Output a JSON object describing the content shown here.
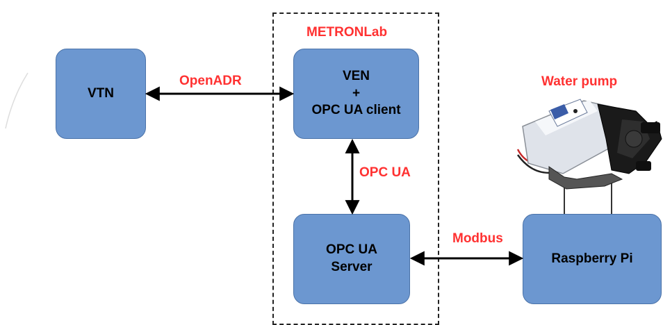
{
  "boundary": {
    "label": "METRONLab"
  },
  "nodes": {
    "vtn": {
      "label": "VTN"
    },
    "ven": {
      "line1": "VEN",
      "line2": "+",
      "line3": "OPC UA client"
    },
    "server": {
      "line1": "OPC UA",
      "line2": "Server"
    },
    "rpi": {
      "label": "Raspberry Pi"
    }
  },
  "connections": {
    "openadr": "OpenADR",
    "opcua": "OPC UA",
    "modbus": "Modbus"
  },
  "device": {
    "label": "Water pump"
  },
  "colors": {
    "node_fill": "#6c97d0",
    "node_border": "#4a72a8",
    "label_red": "#ff3131",
    "arrow": "#000000"
  }
}
